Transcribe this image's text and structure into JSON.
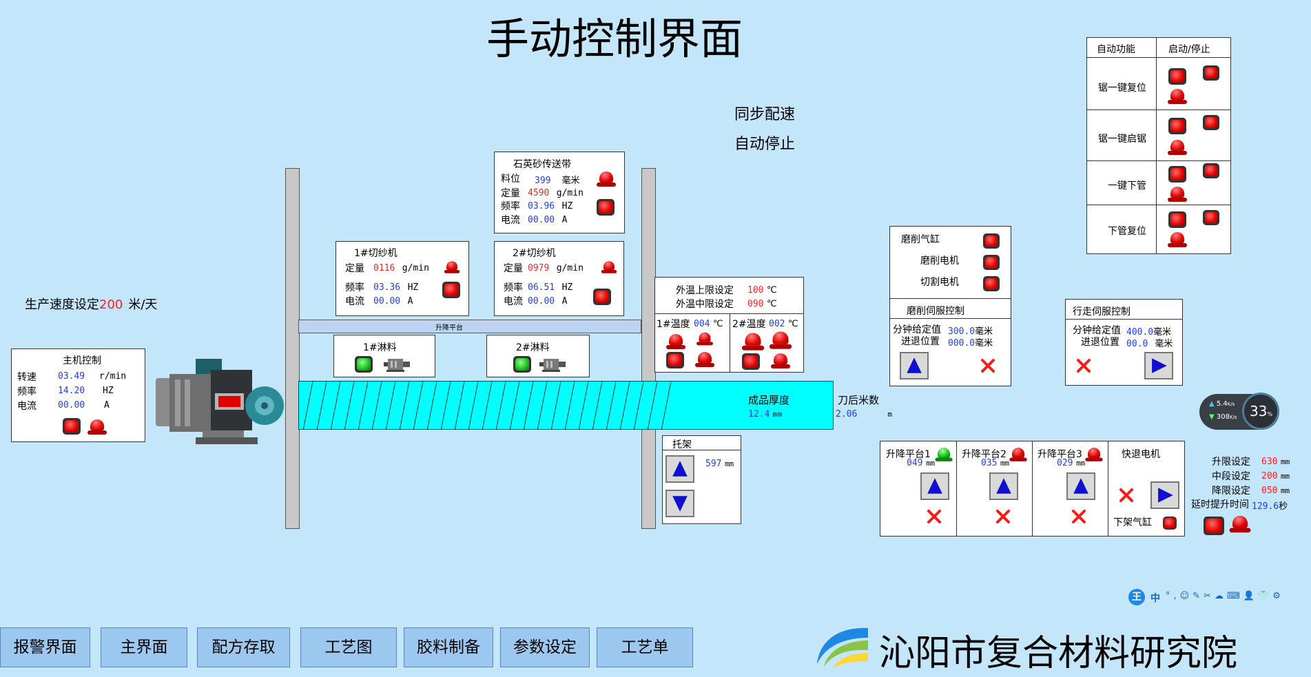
{
  "page_title": "手动控制界面",
  "sync": {
    "speed_match": "同步配速",
    "auto_stop": "自动停止"
  },
  "production_speed": {
    "label": "生产速度设定",
    "value": "200",
    "unit": "米/天"
  },
  "main_control": {
    "title": "主机控制",
    "rows": [
      {
        "label": "转速",
        "value": "03.49",
        "unit": "r/min"
      },
      {
        "label": "频率",
        "value": "14.20",
        "unit": "HZ"
      },
      {
        "label": "电流",
        "value": "00.00",
        "unit": "A"
      }
    ]
  },
  "cutter1": {
    "title": "1#切纱机",
    "rows": [
      {
        "label": "定量",
        "value": "0116",
        "unit": "g/min"
      },
      {
        "label": "频率",
        "value": "03.36",
        "unit": "HZ"
      },
      {
        "label": "电流",
        "value": "00.00",
        "unit": "A"
      }
    ]
  },
  "cutter2": {
    "title": "2#切纱机",
    "rows": [
      {
        "label": "定量",
        "value": "0979",
        "unit": "g/min"
      },
      {
        "label": "频率",
        "value": "06.51",
        "unit": "HZ"
      },
      {
        "label": "电流",
        "value": "00.00",
        "unit": "A"
      }
    ]
  },
  "quartz": {
    "title": "石英砂传送带",
    "rows": [
      {
        "label": "料位",
        "value": "399",
        "unit": "毫米"
      },
      {
        "label": "定量",
        "value": "4590",
        "unit": "g/min"
      },
      {
        "label": "频率",
        "value": "03.96",
        "unit": "HZ"
      },
      {
        "label": "电流",
        "value": "00.00",
        "unit": "A"
      }
    ]
  },
  "lift_platform_label": "升降平台",
  "spray1": "1#淋料",
  "spray2": "2#淋料",
  "temperature": {
    "upper_label": "外温上限设定",
    "upper_value": "100",
    "upper_unit": "℃",
    "mid_label": "外温中限设定",
    "mid_value": "090",
    "mid_unit": "℃",
    "t1_label": "1#温度",
    "t1_value": "004",
    "t1_unit": "℃",
    "t2_label": "2#温度",
    "t2_value": "002",
    "t2_unit": "℃"
  },
  "product": {
    "thickness_label": "成品厚度",
    "thickness_value": "12.4",
    "thickness_unit": "mm",
    "meters_label": "刀后米数",
    "meters_value": "2.06",
    "meters_unit": "m"
  },
  "bracket": {
    "title": "托架",
    "value": "597",
    "unit": "mm"
  },
  "auto_functions": {
    "header_left": "自动功能",
    "header_right": "启动/停止",
    "rows": [
      "锯一键复位",
      "锯一键启锯",
      "一键下管",
      "下管复位"
    ]
  },
  "grinding": {
    "cylinder": "磨削气缸",
    "motor": "磨削电机",
    "cut_motor": "切割电机",
    "servo_title": "磨削伺服控制",
    "per_min_label": "分钟给定值",
    "per_min_value": "300.0",
    "per_min_unit": "毫米",
    "pos_label": "进退位置",
    "pos_value": "000.0",
    "pos_unit": "毫米"
  },
  "travel": {
    "servo_title": "行走伺服控制",
    "per_min_label": "分钟给定值",
    "per_min_value": "400.0",
    "per_min_unit": "毫米",
    "pos_label": "进退位置",
    "pos_value": "00.0",
    "pos_unit": "毫米"
  },
  "network": {
    "up": "5.4",
    "up_unit": "K/s",
    "down": "308",
    "down_unit": "K/s",
    "percent": "33",
    "percent_unit": "%"
  },
  "lifts": [
    {
      "label": "升降平台1",
      "value": "049",
      "unit": "mm"
    },
    {
      "label": "升降平台2",
      "value": "035",
      "unit": "mm"
    },
    {
      "label": "升降平台3",
      "value": "029",
      "unit": "mm"
    }
  ],
  "fast_retreat": {
    "label": "快退电机",
    "lower_cylinder": "下架气缸"
  },
  "limits": [
    {
      "label": "升限设定",
      "value": "630",
      "unit": "mm"
    },
    {
      "label": "中段设定",
      "value": "200",
      "unit": "mm"
    },
    {
      "label": "降限设定",
      "value": "050",
      "unit": "mm"
    },
    {
      "label": "延时提升时间",
      "value": "129.6",
      "unit": "秒"
    }
  ],
  "ime_toolbar": {
    "logo": "王",
    "lang": "中"
  },
  "nav": [
    "报警界面",
    "主界面",
    "配方存取",
    "工艺图",
    "胶料制备",
    "参数设定",
    "工艺单"
  ],
  "institute": "沁阳市复合材料研究院",
  "colors": {
    "background": "#c3e6fa",
    "conveyor": "#00ffff",
    "value_blue": "#1e3cff",
    "value_red": "#ff2020"
  }
}
